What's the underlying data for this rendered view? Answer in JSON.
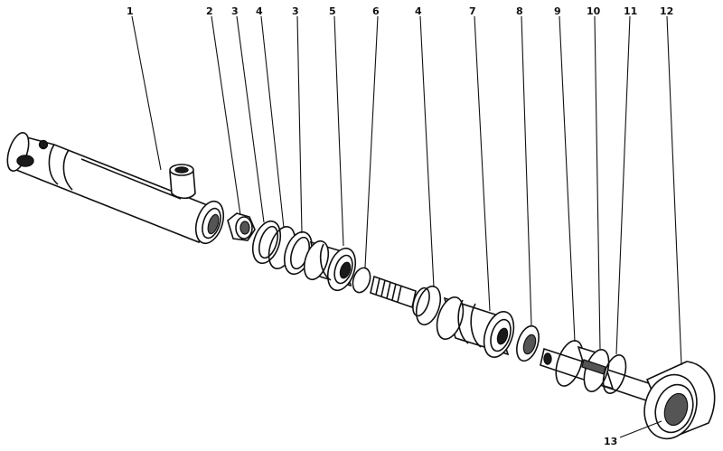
{
  "diagram": {
    "labels": [
      {
        "id": "p1",
        "text": "1"
      },
      {
        "id": "p2",
        "text": "2"
      },
      {
        "id": "p3a",
        "text": "3"
      },
      {
        "id": "p4a",
        "text": "4"
      },
      {
        "id": "p3b",
        "text": "3"
      },
      {
        "id": "p5",
        "text": "5"
      },
      {
        "id": "p6",
        "text": "6"
      },
      {
        "id": "p4b",
        "text": "4"
      },
      {
        "id": "p7",
        "text": "7"
      },
      {
        "id": "p8",
        "text": "8"
      },
      {
        "id": "p9",
        "text": "9"
      },
      {
        "id": "p10",
        "text": "10"
      },
      {
        "id": "p11",
        "text": "11"
      },
      {
        "id": "p12",
        "text": "12"
      },
      {
        "id": "p13",
        "text": "13"
      }
    ]
  }
}
